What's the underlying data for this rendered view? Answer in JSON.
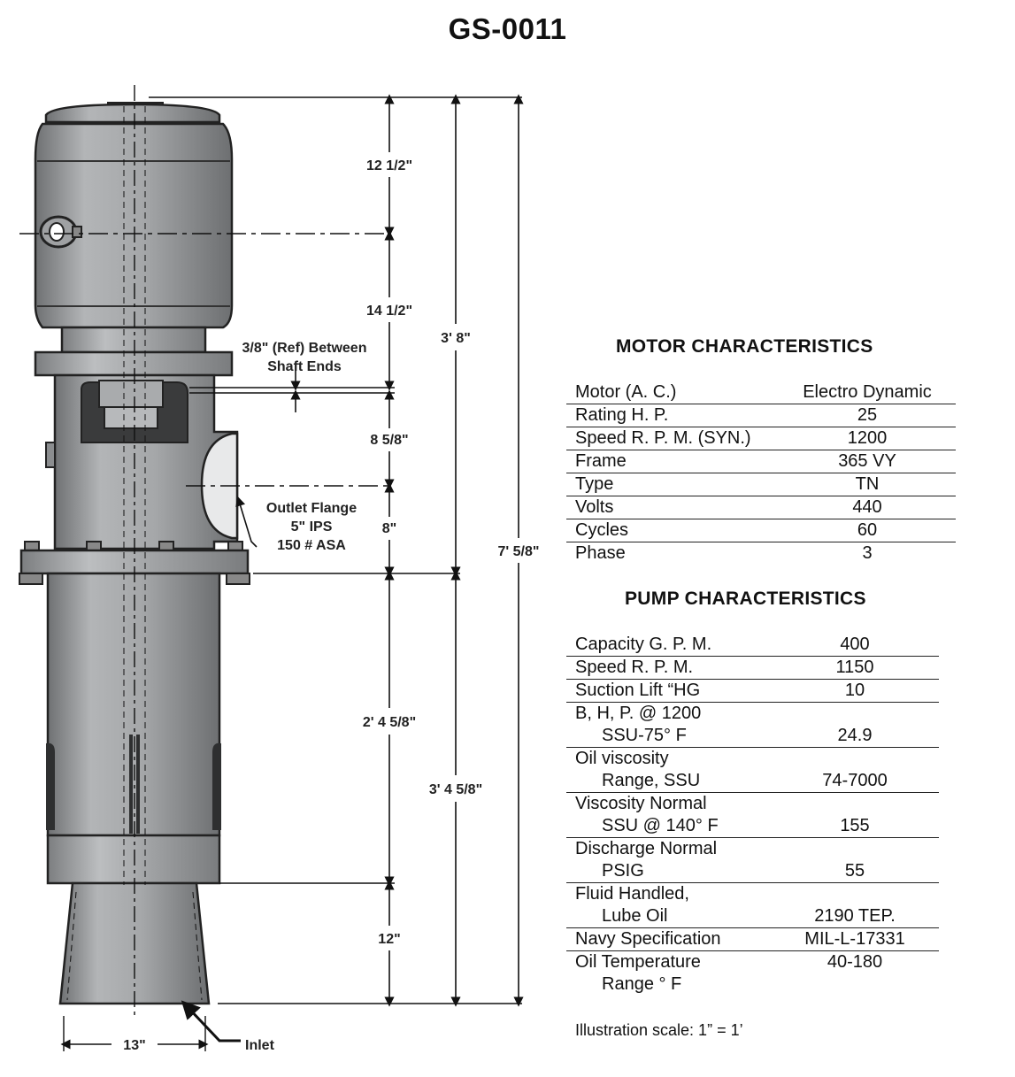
{
  "title": "GS-0011",
  "dimensions": {
    "d1": "12 1/2\"",
    "d2": "14 1/2\"",
    "d3": "8 5/8\"",
    "d4": "8\"",
    "d5": "2' 4 5/8\"",
    "d6": "12\"",
    "d7": "3' 8\"",
    "d8": "3' 4 5/8\"",
    "d9": "7' 5/8\"",
    "width": "13\""
  },
  "labels": {
    "shaft_line1": "3/8\" (Ref) Between",
    "shaft_line2": "Shaft Ends",
    "outlet_line1": "Outlet Flange",
    "outlet_line2": "5\" IPS",
    "outlet_line3": "150 # ASA",
    "inlet": "Inlet"
  },
  "motor": {
    "heading": "MOTOR CHARACTERISTICS",
    "rows": [
      {
        "label": "Motor (A. C.)",
        "value": "Electro Dynamic"
      },
      {
        "label": "Rating H. P.",
        "value": "25"
      },
      {
        "label": "Speed R. P. M. (SYN.)",
        "value": "1200"
      },
      {
        "label": "Frame",
        "value": "365 VY"
      },
      {
        "label": "Type",
        "value": "TN"
      },
      {
        "label": "Volts",
        "value": "440"
      },
      {
        "label": "Cycles",
        "value": "60"
      },
      {
        "label": "Phase",
        "value": "3"
      }
    ]
  },
  "pump": {
    "heading": "PUMP CHARACTERISTICS",
    "rows": [
      {
        "label": "Capacity G. P. M.",
        "sub": "",
        "value": "400"
      },
      {
        "label": "Speed R. P. M.",
        "sub": "",
        "value": "1150"
      },
      {
        "label": "Suction Lift “HG",
        "sub": "",
        "value": "10"
      },
      {
        "label": "B, H, P. @ 1200",
        "sub": "SSU-75° F",
        "value": "24.9"
      },
      {
        "label": "Oil viscosity",
        "sub": "Range, SSU",
        "value": "74-7000"
      },
      {
        "label": "Viscosity Normal",
        "sub": "SSU @ 140° F",
        "value": "155"
      },
      {
        "label": "Discharge Normal",
        "sub": "PSIG",
        "value": "55"
      },
      {
        "label": "Fluid Handled,",
        "sub": "Lube Oil",
        "value": "2190 TEP."
      },
      {
        "label": "Navy Specification",
        "sub": "",
        "value": "MIL-L-17331"
      },
      {
        "label": "Oil Temperature",
        "sub": "Range ° F",
        "value": "40-180"
      }
    ]
  },
  "scale_note": "Illustration scale: 1” = 1’",
  "colors": {
    "body": "#9a9c9e",
    "dark": "#2a2a2a",
    "light": "#c7c9cb"
  }
}
